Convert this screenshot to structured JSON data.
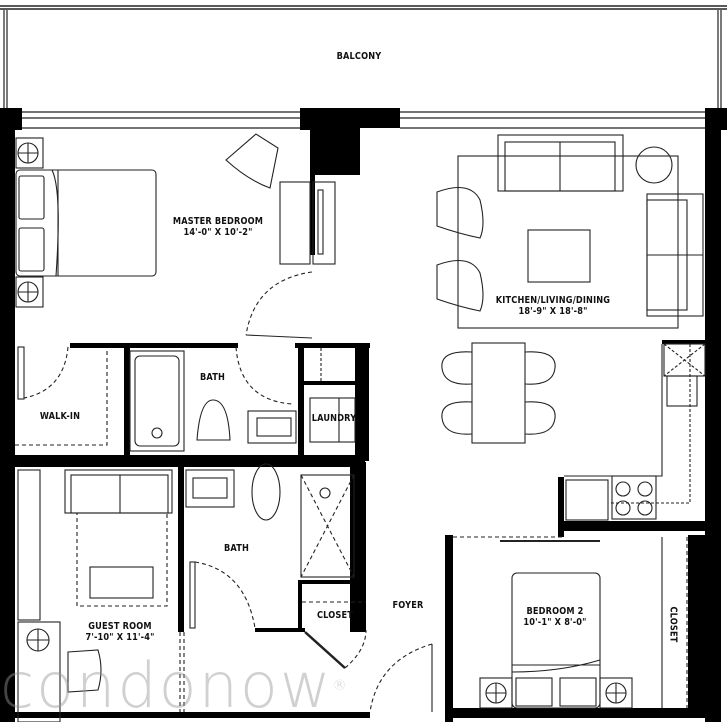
{
  "plan": {
    "balcony": {
      "label": "BALCONY"
    },
    "rooms": [
      {
        "id": "master",
        "name": "MASTER BEDROOM",
        "size": "14'-0\" X 10'-2\""
      },
      {
        "id": "kld",
        "name": "KITCHEN/LIVING/DINING",
        "size": "18'-9\" X 18'-8\""
      },
      {
        "id": "walkin",
        "name": "WALK-IN"
      },
      {
        "id": "bath1",
        "name": "BATH"
      },
      {
        "id": "laundry",
        "name": "LAUNDRY"
      },
      {
        "id": "bath2",
        "name": "BATH"
      },
      {
        "id": "guest",
        "name": "GUEST ROOM",
        "size": "7'-10\" X 11'-4\""
      },
      {
        "id": "closet1",
        "name": "CLOSET"
      },
      {
        "id": "foyer",
        "name": "FOYER"
      },
      {
        "id": "bed2",
        "name": "BEDROOM 2",
        "size": "10'-1\" X 8'-0\""
      },
      {
        "id": "closet2",
        "name": "CLOSET"
      }
    ],
    "colors": {
      "wall": "#000000",
      "line": "#222222",
      "background": "#ffffff",
      "watermark": "#9a9a9a"
    }
  },
  "watermark": {
    "text": "condonow",
    "mark": "®"
  }
}
